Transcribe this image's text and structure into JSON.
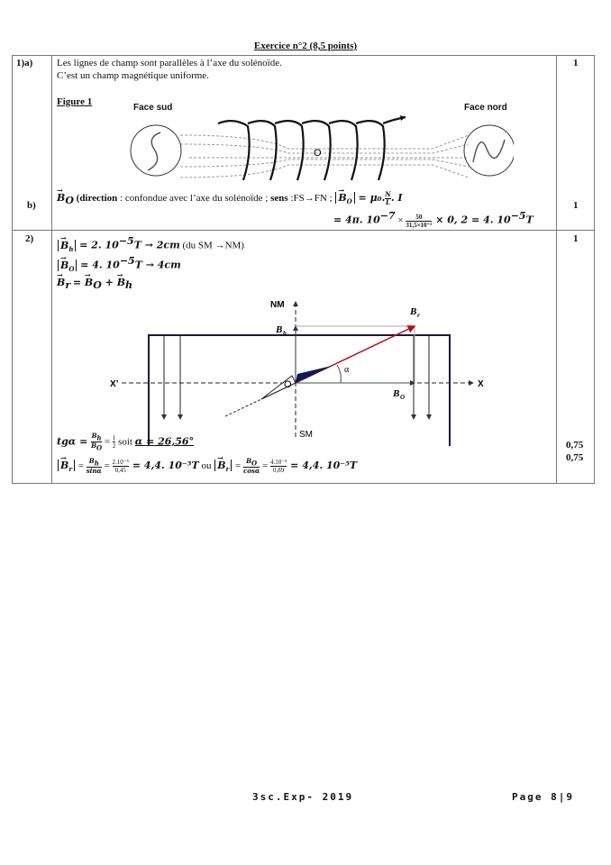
{
  "title": "Exercice n°2 (8,5 points)",
  "q1a": {
    "label": "1)a)",
    "line1": "Les lignes de champ sont parallèles à l’axe du solénoïde.",
    "line2": "C’est un champ magnétique uniforme.",
    "points": "1"
  },
  "figure": {
    "label": "Figure 1",
    "face_sud": "Face sud",
    "face_nord": "Face nord",
    "center": "O"
  },
  "q1b": {
    "label": "b)",
    "vec": "B",
    "sub": "O",
    "text1": " (direction",
    "text2": " : confondue avec l’axe du solénoïde ; ",
    "sens": "sens",
    "text3": " :FS→FN ; ",
    "eq1": "= μ₀.",
    "frac_n": "N",
    "frac_d": "L",
    "eq1b": ". I",
    "eq2a": "= 4π. 10",
    "exp7": "−7",
    "times": " × ",
    "f2n": "50",
    "f2d": "31,5×10⁻²",
    "eq2b": " × 0, 2 = 4. 10",
    "exp5": "−5",
    "unit": "T",
    "points": "1"
  },
  "q2": {
    "label": "2)",
    "points": "1",
    "l1a": "= 2. 10",
    "l1exp": "−5",
    "l1b": "T  → 2cm",
    "l1c": " (du SM →NM)",
    "l2a": "= 4. 10",
    "l2b": "T  → 4cm",
    "l3": "= ",
    "plus": " + ",
    "tg": "tgα = ",
    "half_n": "1",
    "half_d": "2",
    "soit": " soit ",
    "alpha": "α = 26,56°",
    "br_sin_d": "sinα",
    "br_n1": "2.10⁻⁵",
    "br_d1": "0,45",
    "br_res": " = 4,4. 10⁻⁵T",
    "ou": "  ou ",
    "br_cos_d": "cosα",
    "br_n2": "4.10⁻⁵",
    "br_d2": "0,89",
    "points2": "0,75",
    "points3": "0,75"
  },
  "diagram": {
    "nm": "NM",
    "sm": "SM",
    "x": "X",
    "xp": "X’",
    "alpha": "α",
    "o": "O",
    "bh": "B",
    "bh_sub": "h",
    "bo": "B",
    "bo_sub": "O",
    "br": "B",
    "br_sub": "r"
  },
  "footer": {
    "left": "3sc.Exp- 2019",
    "right": "Page 8|9"
  }
}
